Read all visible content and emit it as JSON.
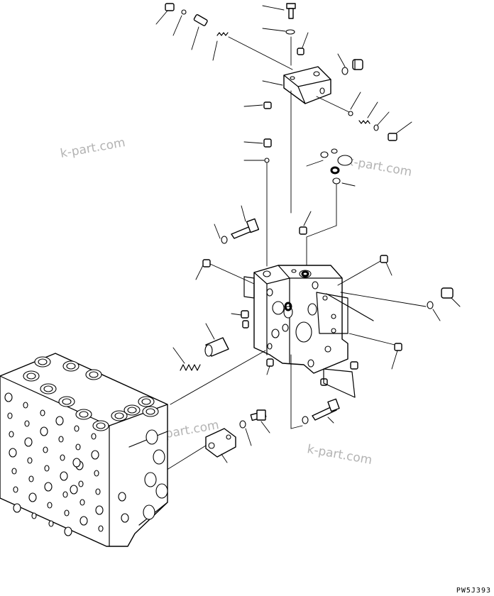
{
  "watermarks": [
    "k-part.com",
    "k-part.com",
    "k-part.com",
    "k-part.com"
  ],
  "drawing_code": "PW5J393"
}
